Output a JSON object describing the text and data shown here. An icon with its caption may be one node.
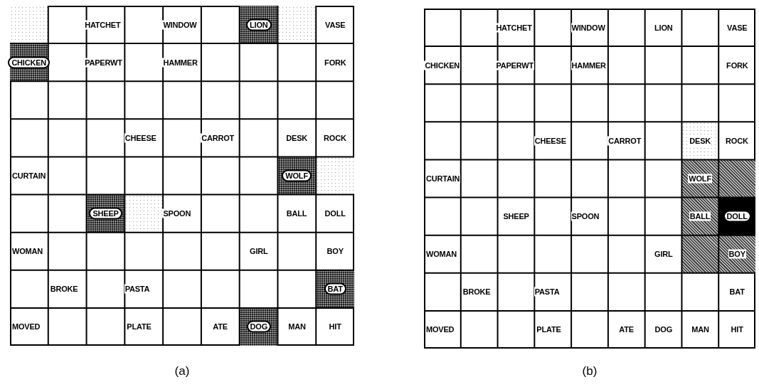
{
  "diagram": {
    "labels": [
      "HATCHET",
      "WINDOW",
      "LION",
      "VASE",
      "CHICKEN",
      "PAPERWT",
      "HAMMER",
      "FORK",
      "CHEESE",
      "CARROT",
      "DESK",
      "ROCK",
      "CURTAIN",
      "WOLF",
      "SHEEP",
      "SPOON",
      "BALL",
      "DOLL",
      "WOMAN",
      "GIRL",
      "BOY",
      "BROKE",
      "PASTA",
      "BAT",
      "MOVED",
      "PLATE",
      "ATE",
      "DOG",
      "MAN",
      "HIT",
      "(a)",
      "HATCHET",
      "WINDOW",
      "LION",
      "VASE",
      "CHICKEN",
      "PAPERWT",
      "HAMMER",
      "FORK",
      "CHEESE",
      "CARROT",
      "DESK",
      "ROCK",
      "CURTAIN",
      "WOLF",
      "SHEEP",
      "SPOON",
      "BALL",
      "DOLL",
      "WOMAN",
      "GIRL",
      "BOY",
      "BROKE",
      "PASTA",
      "BAT",
      "MOVED",
      "PLATE",
      "ATE",
      "DOG",
      "MAN",
      "HIT",
      "(b)"
    ]
  }
}
